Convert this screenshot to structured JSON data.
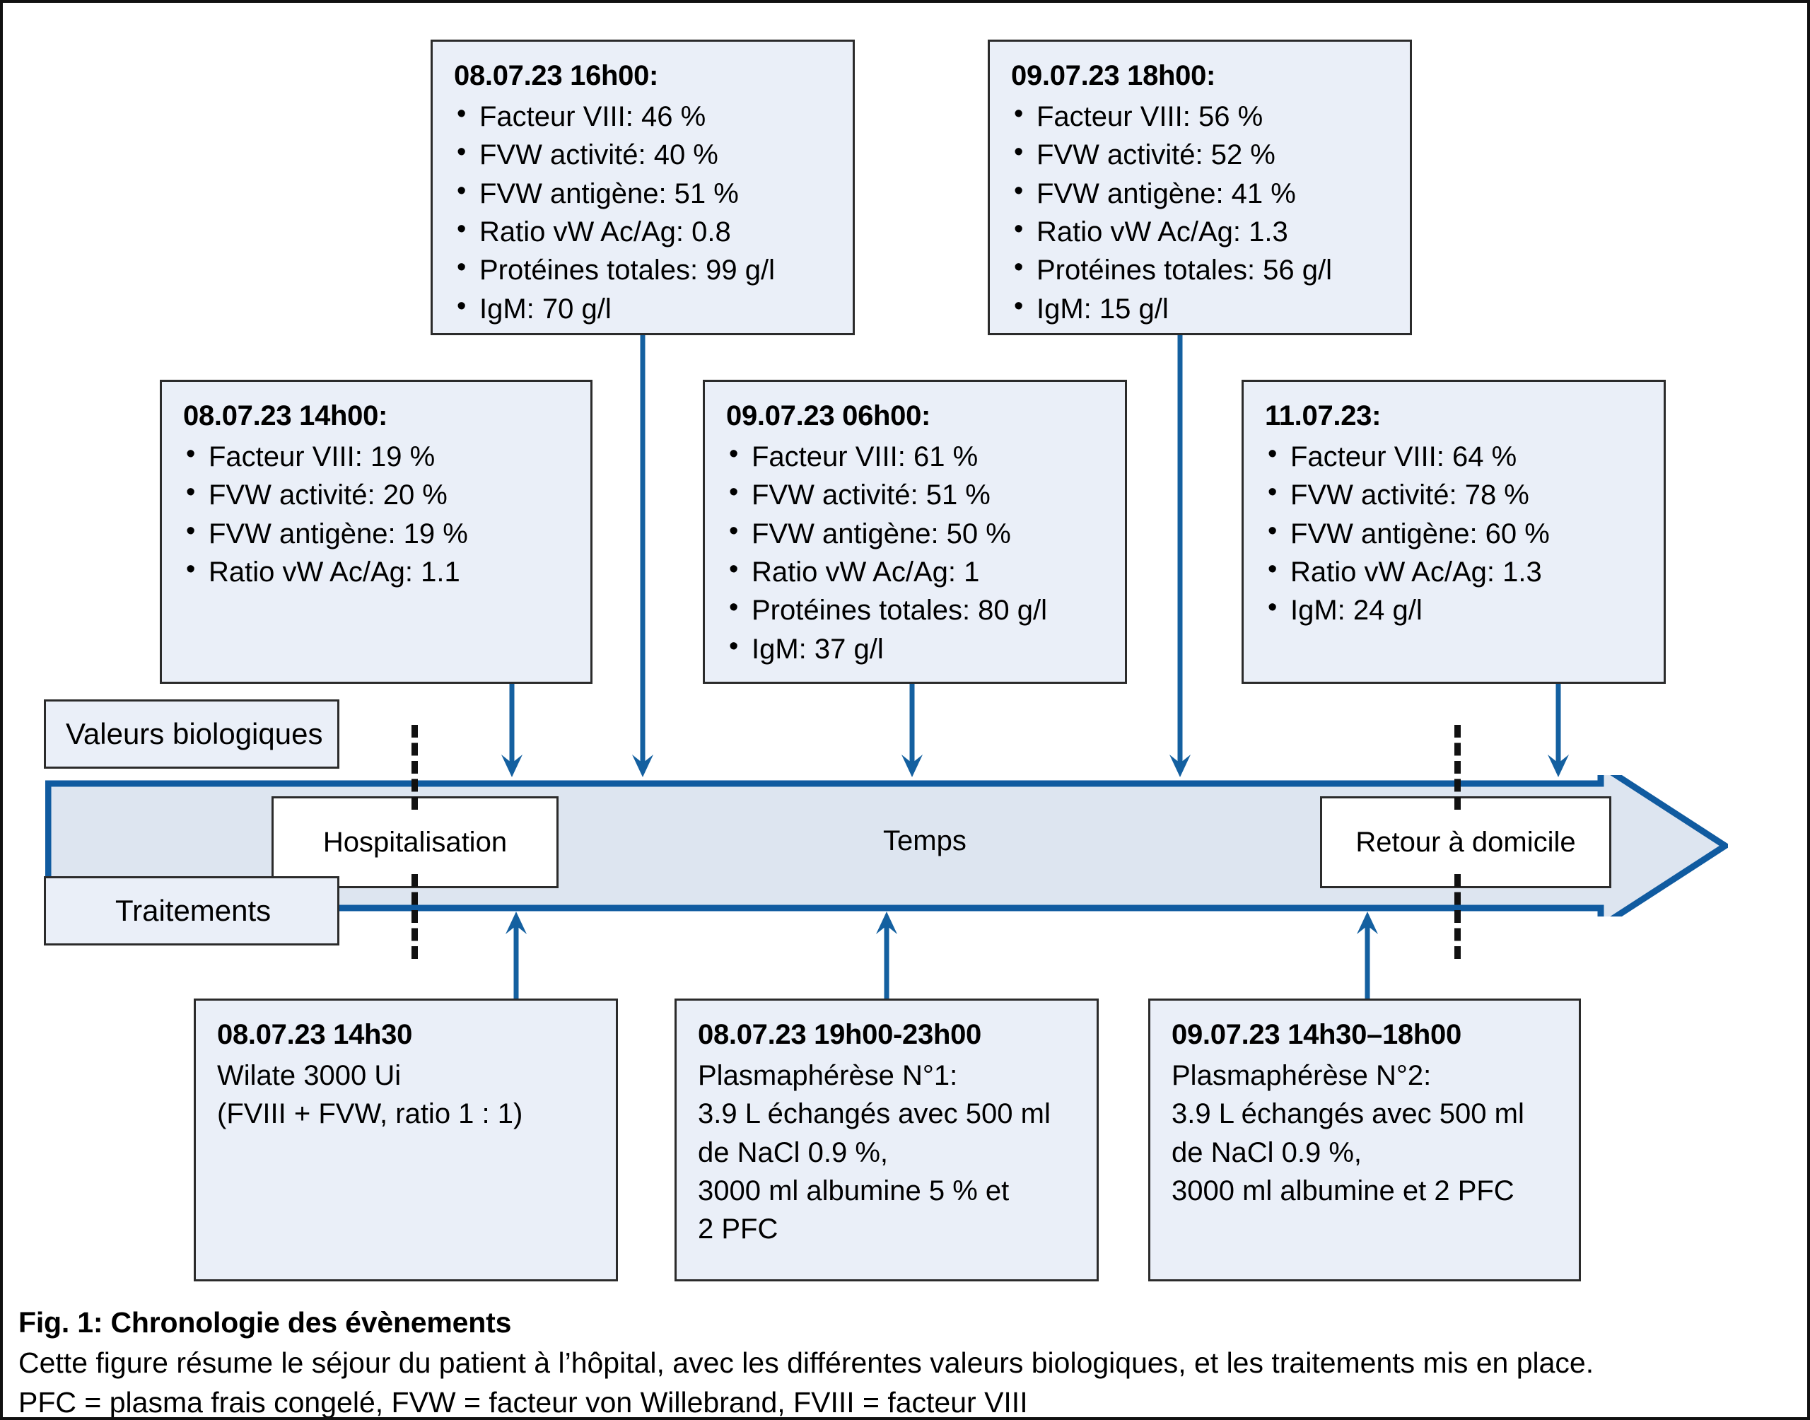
{
  "figure": {
    "colors": {
      "box_fill": "#eaeff8",
      "box_border": "#2b2b2b",
      "bar_fill": "#dde5f0",
      "bar_stroke": "#105ba0",
      "arrow_connector": "#1460a0",
      "dash_marker": "#111111"
    }
  },
  "legend": {
    "top_label": "Valeurs biologiques",
    "bottom_label": "Traitements"
  },
  "timeline": {
    "axis_label": "Temps",
    "milestones": [
      {
        "label": "Hospitalisation"
      },
      {
        "label": "Retour à domicile"
      }
    ]
  },
  "lab_boxes": [
    {
      "id": "lab-08-07-14h00",
      "title": "08.07.23 14h00:",
      "items": [
        "Facteur VIII: 19 %",
        "FVW activité: 20 %",
        "FVW antigène: 19 %",
        "Ratio vW Ac/Ag: 1.1"
      ]
    },
    {
      "id": "lab-08-07-16h00",
      "title": "08.07.23 16h00:",
      "items": [
        "Facteur VIII: 46 %",
        "FVW activité: 40 %",
        "FVW antigène: 51 %",
        "Ratio vW Ac/Ag: 0.8",
        "Protéines totales: 99 g/l",
        "IgM: 70 g/l"
      ]
    },
    {
      "id": "lab-09-07-06h00",
      "title": "09.07.23 06h00:",
      "items": [
        "Facteur VIII: 61 %",
        "FVW activité: 51 %",
        "FVW antigène: 50 %",
        "Ratio vW Ac/Ag: 1",
        "Protéines totales: 80 g/l",
        "IgM: 37 g/l"
      ]
    },
    {
      "id": "lab-09-07-18h00",
      "title": "09.07.23 18h00:",
      "items": [
        "Facteur VIII: 56 %",
        "FVW activité: 52 %",
        "FVW antigène: 41 %",
        "Ratio vW Ac/Ag: 1.3",
        "Protéines totales: 56 g/l",
        "IgM: 15 g/l"
      ]
    },
    {
      "id": "lab-11-07",
      "title": "11.07.23:",
      "items": [
        "Facteur VIII: 64 %",
        "FVW activité: 78 %",
        "FVW antigène: 60 %",
        "Ratio vW Ac/Ag: 1.3",
        "IgM: 24 g/l"
      ]
    }
  ],
  "treatment_boxes": [
    {
      "id": "trt-08-07-14h30",
      "title": "08.07.23 14h30",
      "lines": [
        "Wilate 3000 Ui",
        "(FVIII + FVW, ratio 1 : 1)"
      ]
    },
    {
      "id": "trt-08-07-19h00",
      "title": "08.07.23 19h00-23h00",
      "lines": [
        "Plasmaphérèse N°1:",
        "3.9 L échangés avec 500 ml",
        "de NaCl 0.9 %,",
        "3000 ml albumine 5 % et",
        "2 PFC"
      ]
    },
    {
      "id": "trt-09-07-14h30",
      "title": "09.07.23 14h30–18h00",
      "lines": [
        "Plasmaphérèse N°2:",
        "3.9 L échangés avec 500 ml",
        "de NaCl 0.9 %,",
        "3000 ml albumine et 2 PFC"
      ]
    }
  ],
  "caption": {
    "title": "Fig. 1: Chronologie des évènements",
    "line1": "Cette figure résume le séjour du patient à l’hôpital, avec les différentes valeurs biologiques, et les traitements mis en place.",
    "line2": "PFC = plasma frais congelé, FVW = facteur von Willebrand, FVIII = facteur VIII"
  }
}
